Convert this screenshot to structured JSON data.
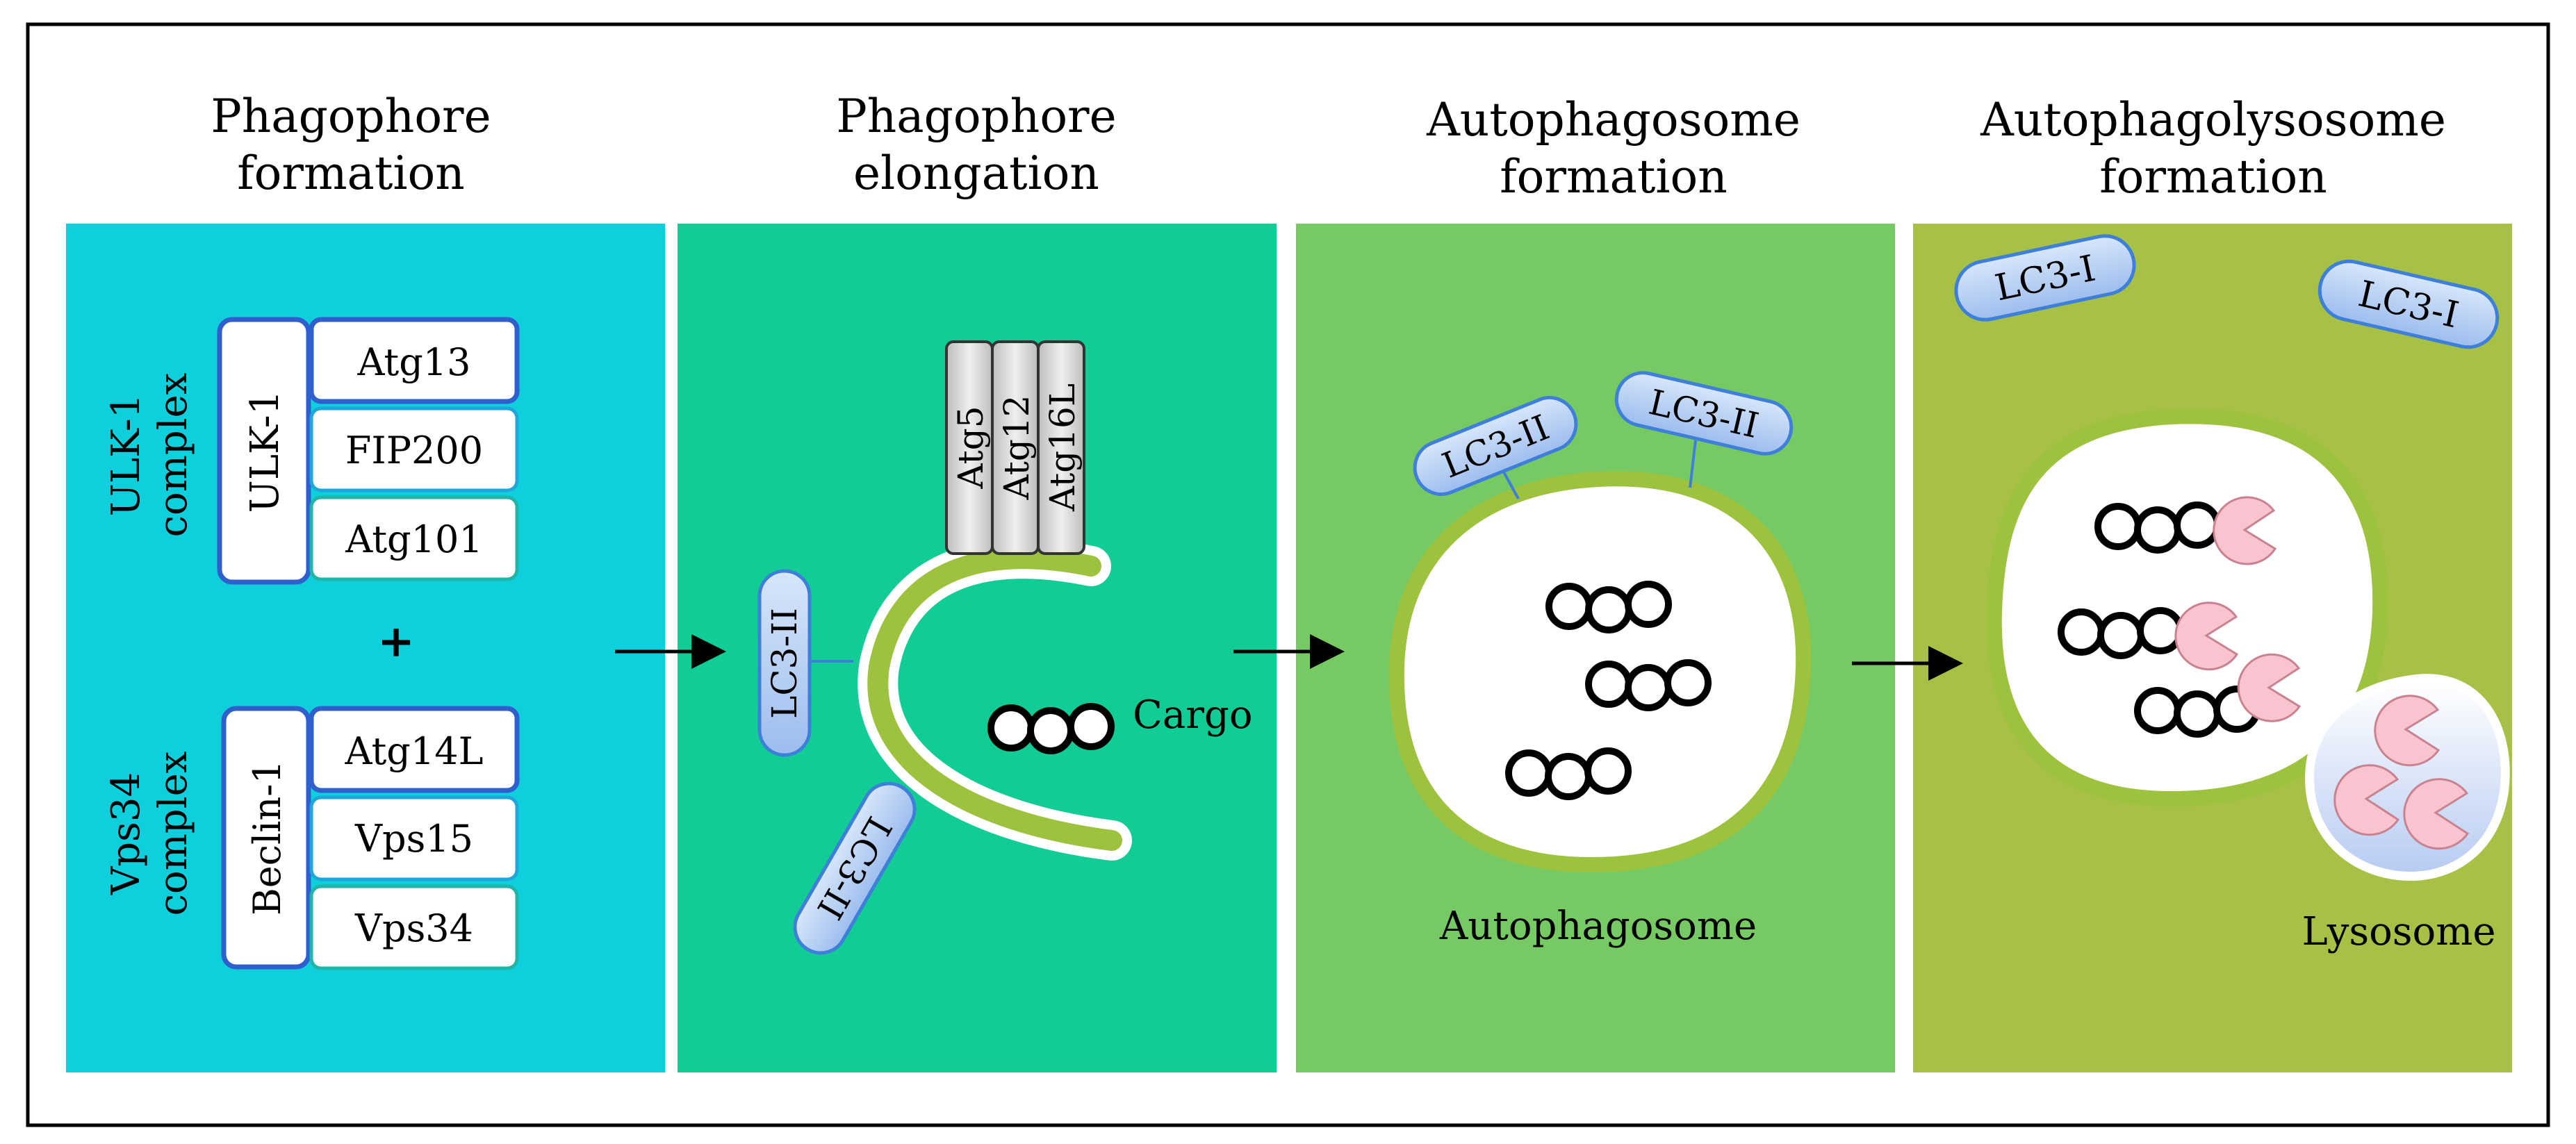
{
  "stages": [
    {
      "title_line1": "Phagophore",
      "title_line2": "formation",
      "bg": "#0ECFDB"
    },
    {
      "title_line1": "Phagophore",
      "title_line2": "elongation",
      "bg": "#12CC96"
    },
    {
      "title_line1": "Autophagosome",
      "title_line2": "formation",
      "bg": "#77CA63"
    },
    {
      "title_line1": "Autophagolysosome",
      "title_line2": "formation",
      "bg": "#A6C145"
    }
  ],
  "ulk_complex": {
    "label_line1": "ULK-1",
    "label_line2": "complex",
    "core": "ULK-1",
    "members": [
      "Atg13",
      "FIP200",
      "Atg101"
    ]
  },
  "plus": "+",
  "vps_complex": {
    "label_line1": "Vps34",
    "label_line2": "complex",
    "core": "Beclin-1",
    "members": [
      "Atg14L",
      "Vps15",
      "Vps34"
    ]
  },
  "conjugation": [
    "Atg5",
    "Atg12",
    "Atg16L"
  ],
  "labels": {
    "lc3_ii": "LC3-II",
    "lc3_i": "LC3-I",
    "cargo": "Cargo",
    "autophagosome": "Autophagosome",
    "lysosome": "Lysosome"
  },
  "colors": {
    "complex_border": "#2F5FCC",
    "lc3_fill": "#AECBF2",
    "lc3_border": "#3E7FD9",
    "membrane": "#9DC23E",
    "enzyme": "#F7C4CF",
    "lysosome_fill": "#C6D6F4",
    "atg_box": "#D6D6D6"
  }
}
